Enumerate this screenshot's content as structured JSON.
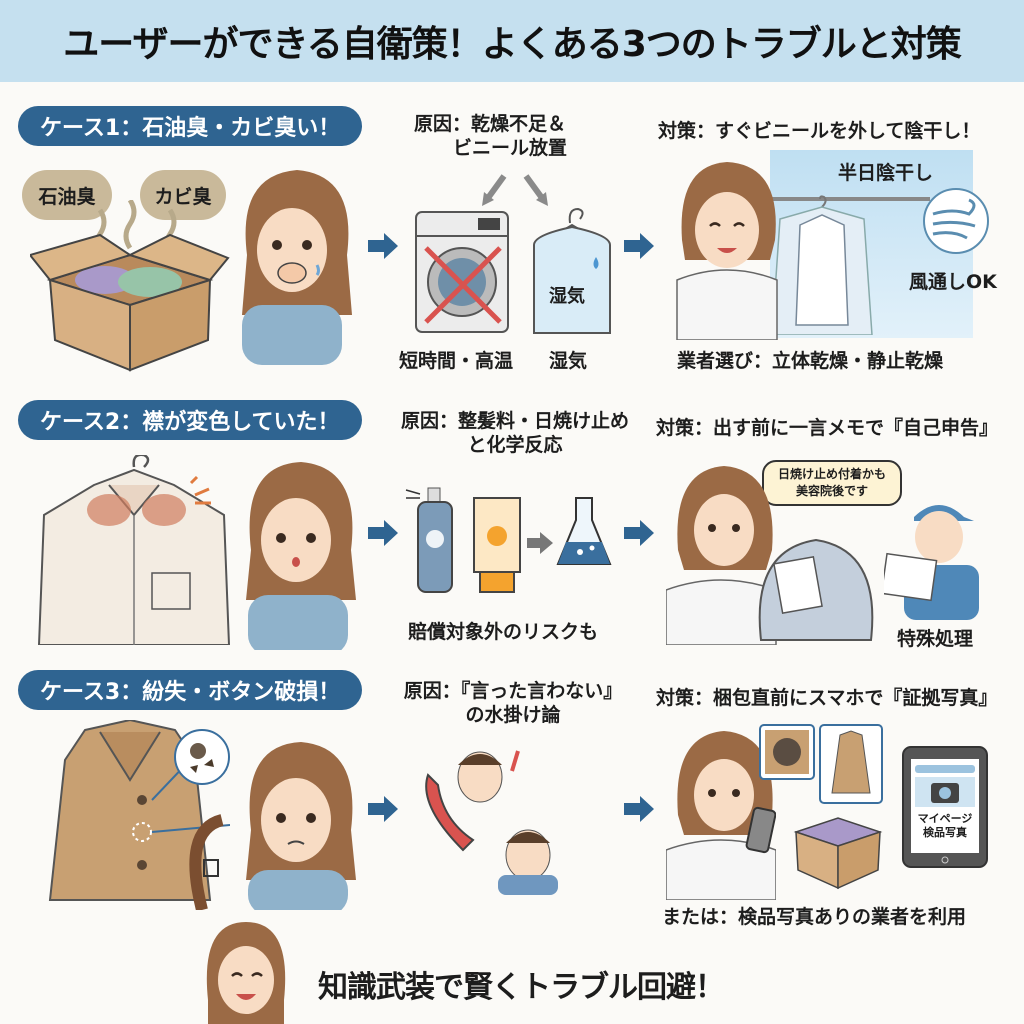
{
  "title": "ユーザーができる自衛策！よくある3つのトラブルと対策",
  "colors": {
    "title_bg": "#c5e0ef",
    "pill_bg": "#2f6491",
    "arrow": "#2f6491",
    "background": "#fbfaf7"
  },
  "cases": [
    {
      "header": "ケース1：石油臭・カビ臭い！",
      "problem_labels": [
        "石油臭",
        "カビ臭"
      ],
      "cause_title_line1": "原因：乾燥不足＆",
      "cause_title_line2": "ビニール放置",
      "cause_labels": [
        "短時間・高温",
        "湿気"
      ],
      "bag_label": "湿気",
      "measure_title": "対策：すぐビニールを外して陰干し！",
      "measure_labels": [
        "半日陰干し",
        "風通しOK"
      ],
      "measure_note": "業者選び：立体乾燥・静止乾燥"
    },
    {
      "header": "ケース2：襟が変色していた！",
      "cause_title_line1": "原因：整髪料・日焼け止め",
      "cause_title_line2": "と化学反応",
      "cause_note": "賠償対象外のリスクも",
      "measure_title": "対策：出す前に一言メモで『自己申告』",
      "speech_line1": "日焼け止め付着かも",
      "speech_line2": "美容院後です",
      "measure_note": "特殊処理"
    },
    {
      "header": "ケース3：紛失・ボタン破損！",
      "cause_title_line1": "原因：『言った言わない』",
      "cause_title_line2": "の水掛け論",
      "measure_title": "対策：梱包直前にスマホで『証拠写真』",
      "tablet_line1": "マイページ",
      "tablet_line2": "検品写真",
      "measure_note": "または：検品写真ありの業者を利用"
    }
  ],
  "footer": "知識武装で賢くトラブル回避！",
  "icons": [
    "arrow-right-icon",
    "washing-machine-icon",
    "garment-bag-icon",
    "spray-can-icon",
    "sunscreen-tube-icon",
    "flask-icon",
    "phone-icon",
    "tablet-icon",
    "camera-icon",
    "wind-icon",
    "cardboard-box-icon"
  ]
}
